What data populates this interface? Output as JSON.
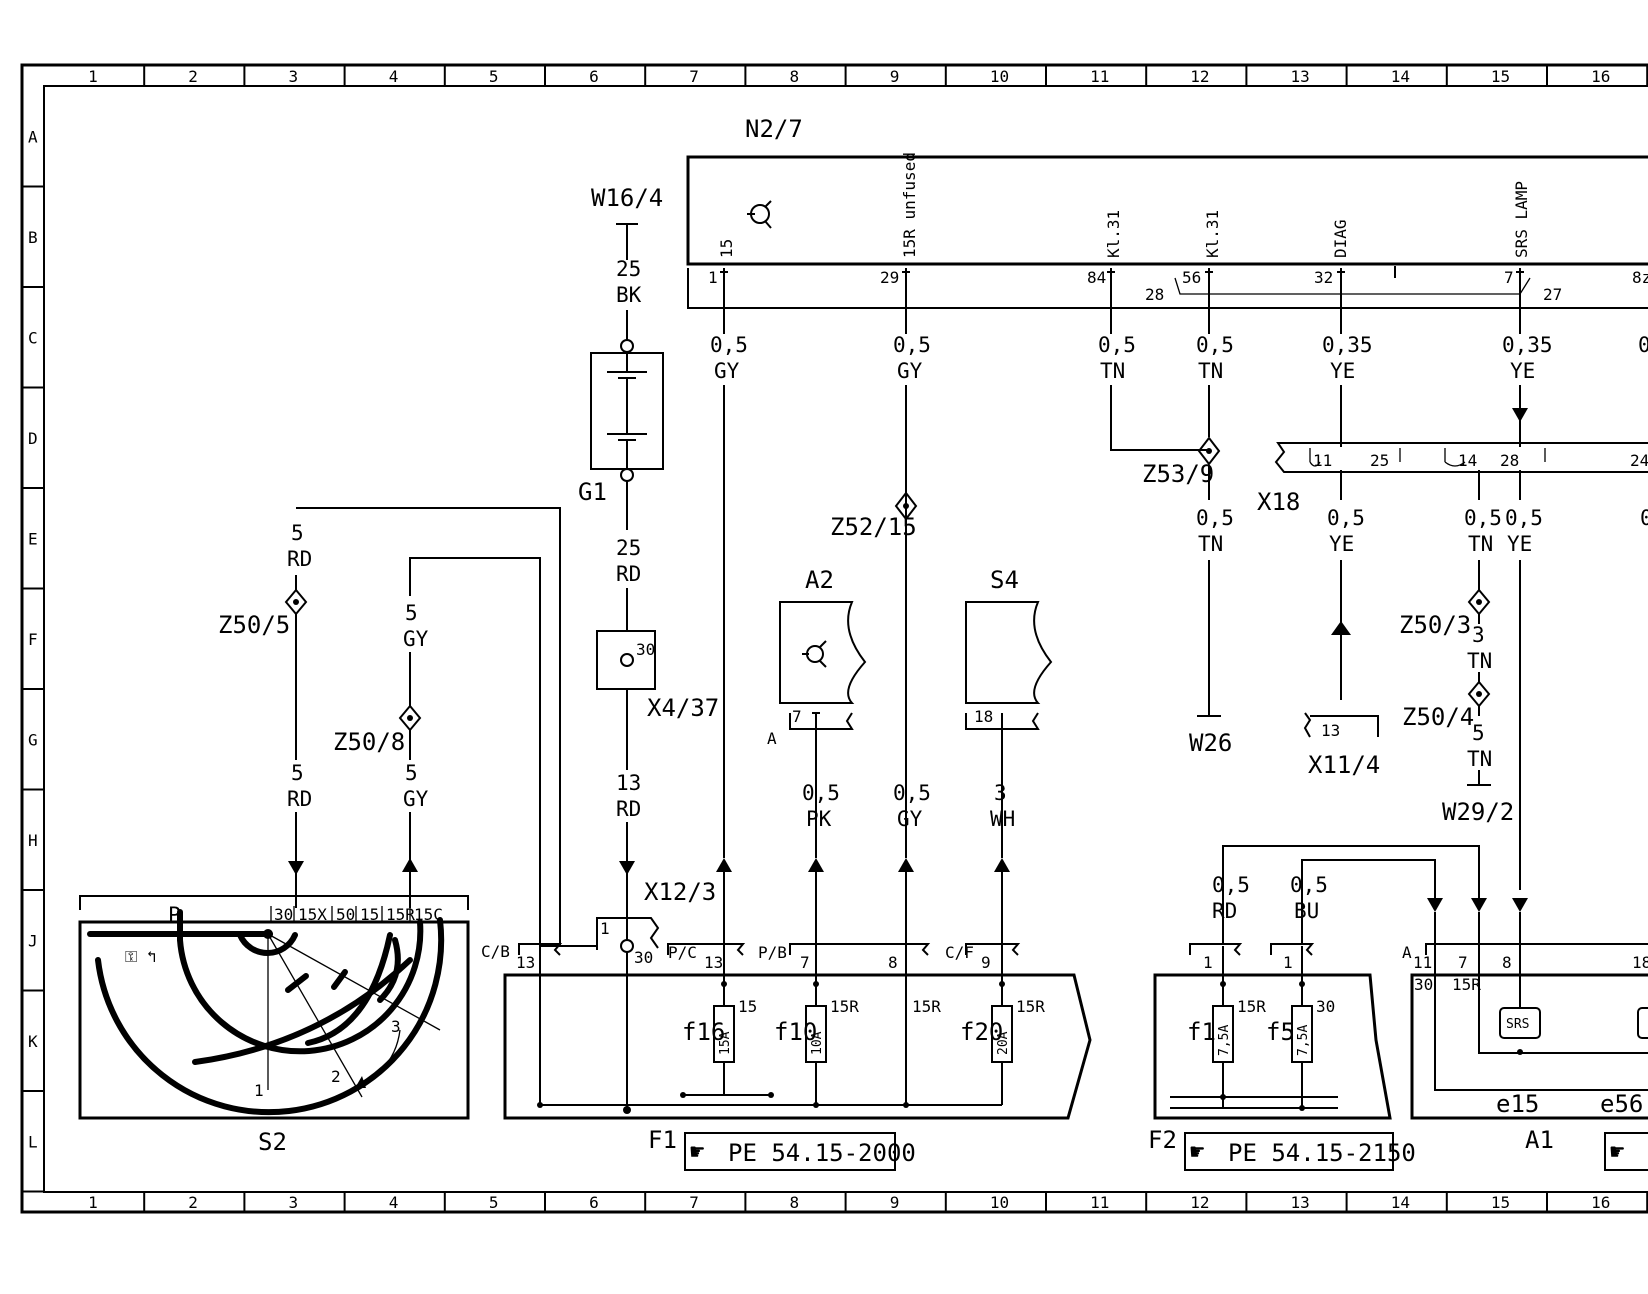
{
  "frame": {
    "columns": [
      "1",
      "2",
      "3",
      "4",
      "5",
      "6",
      "7",
      "8",
      "9",
      "10",
      "11",
      "12",
      "13",
      "14",
      "15",
      "16"
    ],
    "rows": [
      "A",
      "B",
      "C",
      "D",
      "E",
      "F",
      "G",
      "H",
      "J",
      "K",
      "L"
    ]
  },
  "components": {
    "n2_7": "N2/7",
    "w16_4": "W16/4",
    "g1": "G1",
    "x4_37": "X4/37",
    "x12_3": "X12/3",
    "a2": "A2",
    "s4": "S4",
    "s2": "S2",
    "f1": "F1",
    "f2": "F2",
    "a1": "A1",
    "x18": "X18",
    "w26": "W26",
    "x11_4": "X11/4",
    "w29_2": "W29/2",
    "z53_9": "Z53/9",
    "z52_15": "Z52/15",
    "z50_5": "Z50/5",
    "z50_8": "Z50/8",
    "z50_3": "Z50/3",
    "z50_4": "Z50/4"
  },
  "n2_7_signals": {
    "t15": "15",
    "t15r": "15R unfused",
    "kl31a": "Kl.31",
    "kl31b": "Kl.31",
    "diag": "DIAG",
    "srs": "SRS LAMP"
  },
  "n2_7_pins": {
    "p1": "1",
    "p29": "29",
    "p84": "84",
    "p28": "28",
    "p56": "56",
    "p32": "32",
    "p7": "7",
    "p27": "27",
    "p8x": "8z"
  },
  "wires": {
    "w1_size": "0,5",
    "w1_color": "GY",
    "w2_size": "0,5",
    "w2_color": "GY",
    "w3_size": "0,5",
    "w3_color": "TN",
    "w4_size": "0,5",
    "w4_color": "TN",
    "w5_size": "0,35",
    "w5_color": "YE",
    "w6_size": "0,35",
    "w6_color": "YE",
    "w7_size": "0",
    "bat_top_size": "25",
    "bat_top_color": "BK",
    "bat_bot_size": "25",
    "bat_bot_color": "RD",
    "x4_size": "13",
    "x4_color": "RD",
    "a2_size": "0,5",
    "a2_color": "PK",
    "gy9_size": "0,5",
    "gy9_color": "GY",
    "s4_size": "3",
    "s4_color": "WH",
    "tn12_size": "0,5",
    "tn12_color": "TN",
    "ye13_size": "0,5",
    "ye13_color": "YE",
    "tn15_size": "0,5",
    "tn15_color": "TN",
    "ye15_size": "0,5",
    "ye15_color": "YE",
    "tn15b_size": "3",
    "tn15b_color": "TN",
    "tn15c_size": "5",
    "tn15c_color": "TN",
    "rd12_size": "0,5",
    "rd12_color": "RD",
    "bu13_size": "0,5",
    "bu13_color": "BU",
    "s2rd_top_size": "5",
    "s2rd_top_color": "RD",
    "s2rd_bot_size": "5",
    "s2rd_bot_color": "RD",
    "s2gy_top_size": "5",
    "s2gy_top_color": "GY",
    "s2gy_bot_size": "5",
    "s2gy_bot_color": "GY",
    "e16": "0"
  },
  "x18_pins": {
    "p11": "11",
    "p25": "25",
    "p14": "14",
    "p28": "28",
    "p24": "24"
  },
  "s2_terms": [
    "30",
    "15X",
    "50",
    "15",
    "15R",
    "15C"
  ],
  "s2_misc": {
    "p": "P",
    "n1": "1",
    "n2": "2",
    "n3": "3"
  },
  "f1": {
    "cb": "C/B",
    "pc": "P/C",
    "pb": "P/B",
    "cf": "C/F",
    "pin13a": "13",
    "pin1": "1",
    "pin30": "30",
    "pin13b": "13",
    "pin7": "7",
    "pin8": "8",
    "pin9": "9",
    "fuses": [
      {
        "name": "f16",
        "rating": "15A",
        "term": "15"
      },
      {
        "name": "f10",
        "rating": "10A",
        "term": "15R"
      },
      {
        "name": "f20",
        "rating": "20A",
        "term": "15R"
      }
    ],
    "term9": "15R",
    "ref": "PE 54.15-2000"
  },
  "f2": {
    "pin1a": "1",
    "pin1b": "1",
    "fuses": [
      {
        "name": "f1",
        "rating": "7,5A",
        "term": "15R"
      },
      {
        "name": "f5",
        "rating": "7,5A",
        "term": "30"
      }
    ],
    "ref": "PE 54.15-2150"
  },
  "a1": {
    "a": "A",
    "pin11": "11",
    "pin7": "7",
    "pin8": "8",
    "pin18": "18",
    "t30": "30",
    "t15r": "15R",
    "srs": "SRS",
    "e15": "e15",
    "e56": "e56"
  },
  "a2_pin": {
    "side": "A",
    "pin": "7"
  },
  "s4_pin": "18",
  "x4_pin": "30",
  "x12_pins": {
    "p1": "1",
    "p30": "30"
  },
  "x11_pin": "13"
}
